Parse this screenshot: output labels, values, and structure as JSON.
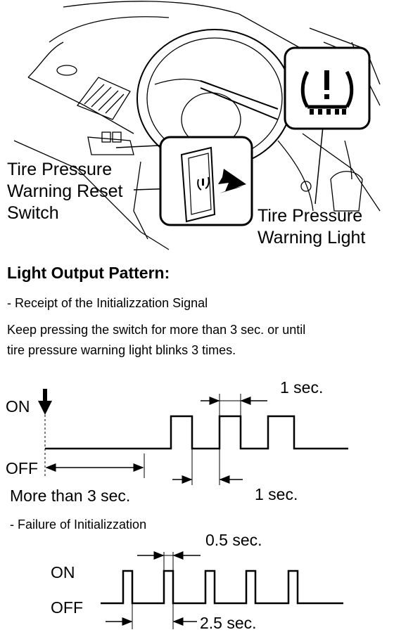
{
  "illustration": {
    "reset_switch_label": [
      "Tire Pressure",
      "Warning Reset",
      "Switch"
    ],
    "warning_light_label": [
      "Tire Pressure",
      "Warning Light"
    ]
  },
  "section": {
    "title": "Light Output Pattern:",
    "case1_title": "- Receipt of the Initializzation Signal",
    "instruction": [
      "Keep pressing the switch for more than 3 sec. or until",
      "tire pressure warning light blinks 3 times."
    ],
    "case2_title": "- Failure of Initializzation"
  },
  "timing1": {
    "on_label": "ON",
    "off_label": "OFF",
    "pulse_width_label": "1 sec.",
    "hold_label": "More than 3 sec.",
    "gap_label": "1 sec."
  },
  "timing2": {
    "on_label": "ON",
    "off_label": "OFF",
    "pulse_width_label": "0.5 sec.",
    "period_label": "2.5 sec."
  }
}
